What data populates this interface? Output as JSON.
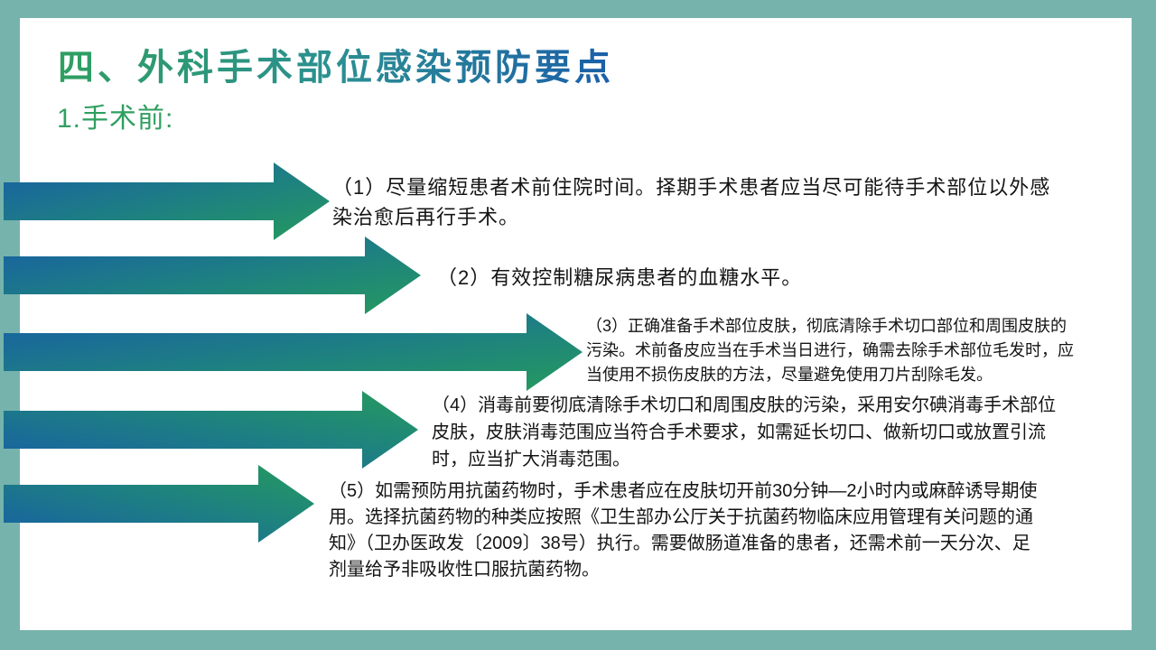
{
  "slide": {
    "title": "四、外科手术部位感染预防要点",
    "subtitle": "1.手术前:",
    "colors": {
      "border_teal": "#76b3ac",
      "paper_white": "#ffffff",
      "arrow_blue": "#175fa5",
      "arrow_green": "#259a5e",
      "title_gradient_start": "#2f9f60",
      "title_gradient_end": "#1b5fa8",
      "subtitle_green": "#2f9f60",
      "body_text": "#141414"
    },
    "items": [
      {
        "number": "1",
        "text": "（1）尽量缩短患者术前住院时间。择期手术患者应当尽可能待手术部位以外感\n染治愈后再行手术。"
      },
      {
        "number": "2",
        "text": "（2）有效控制糖尿病患者的血糖水平。"
      },
      {
        "number": "3",
        "text": "（3）正确准备手术部位皮肤，彻底清除手术切口部位和周围皮肤的\n污染。术前备皮应当在手术当日进行，确需去除手术部位毛发时，应\n当使用不损伤皮肤的方法，尽量避免使用刀片刮除毛发。"
      },
      {
        "number": "4",
        "text": "（4）消毒前要彻底清除手术切口和周围皮肤的污染，采用安尔碘消毒手术部位\n皮肤，皮肤消毒范围应当符合手术要求，如需延长切口、做新切口或放置引流\n时，应当扩大消毒范围。"
      },
      {
        "number": "5",
        "text": "（5）如需预防用抗菌药物时，手术患者应在皮肤切开前30分钟—2小时内或麻醉诱导期使\n用。选择抗菌药物的种类应按照《卫生部办公厅关于抗菌药物临床应用管理有关问题的通\n知》（卫办医政发〔2009〕38号）执行。需要做肠道准备的患者，还需术前一天分次、足\n剂量给予非吸收性口服抗菌药物。"
      }
    ]
  }
}
